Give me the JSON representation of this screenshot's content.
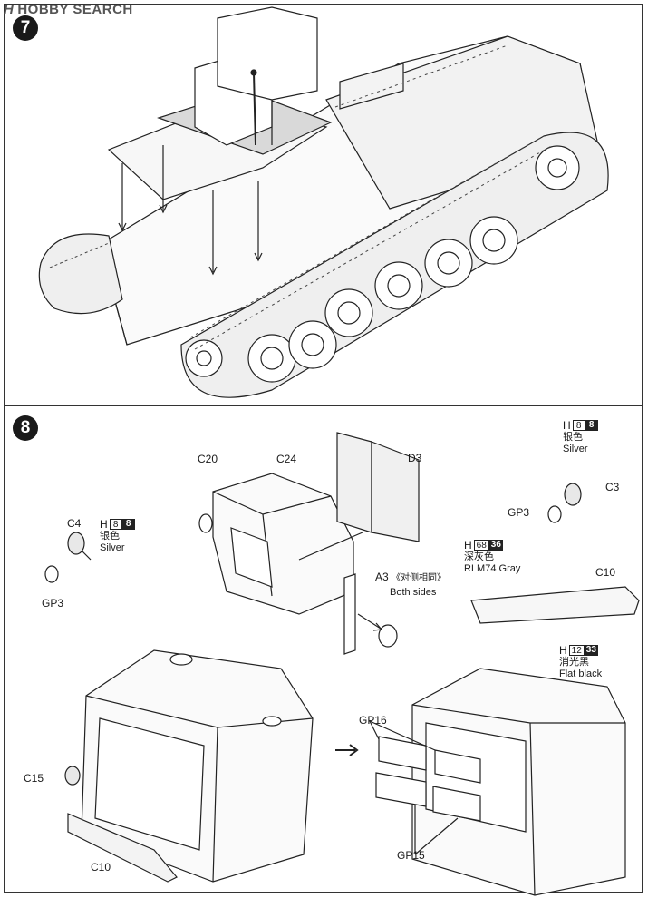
{
  "watermark": {
    "logo": "H",
    "text": "HOBBY SEARCH"
  },
  "steps": [
    {
      "number": "7"
    },
    {
      "number": "8"
    }
  ],
  "parts": {
    "c20": "C20",
    "c24": "C24",
    "d3": "D3",
    "c4": "C4",
    "gp3_left": "GP3",
    "a3": "A3",
    "a3_note_cn": "《对侧相同》",
    "a3_note_en": "Both sides",
    "c3": "C3",
    "gp3_right": "GP3",
    "c10_right": "C10",
    "c15": "C15",
    "c10_bottom": "C10",
    "gp16": "GP16",
    "gp15": "GP15"
  },
  "paints": {
    "silver_left": {
      "h": "H",
      "code1": "8",
      "code2": "8",
      "cn": "银色",
      "en": "Silver"
    },
    "silver_right": {
      "h": "H",
      "code1": "8",
      "code2": "8",
      "cn": "银色",
      "en": "Silver"
    },
    "gray": {
      "h": "H",
      "code1": "68",
      "code2": "36",
      "cn": "深灰色",
      "en": "RLM74 Gray"
    },
    "flat_black": {
      "h": "H",
      "code1": "12",
      "code2": "33",
      "cn": "消光黑",
      "en": "Flat black"
    }
  }
}
